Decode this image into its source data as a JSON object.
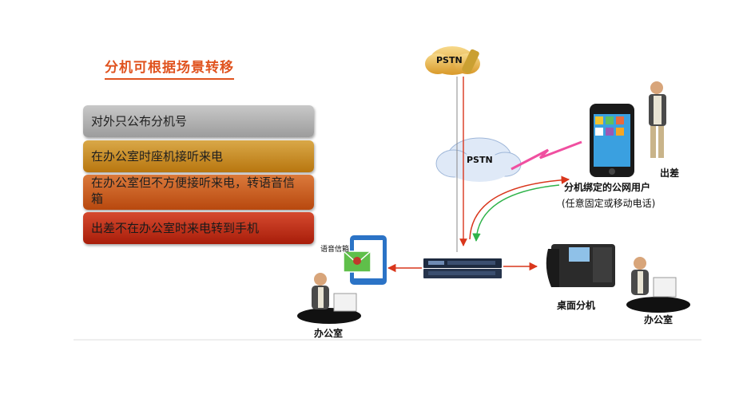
{
  "title": "分机可根据场景转移",
  "scenarios": [
    "对外只公布分机号",
    "在办公室时座机接听来电",
    "在办公室但不方便接听来电，转语音信箱",
    "出差不在办公室时来电转到手机"
  ],
  "labels": {
    "pstn_top": "PSTN",
    "pstn_mid": "PSTN",
    "mobile_user": "分机绑定的公网用户",
    "mobile_user_note": "(任意固定或移动电话)",
    "business_trip": "出差",
    "voicemail": "语音信箱",
    "office_left": "办公室",
    "desk_extension": "桌面分机",
    "office_right": "办公室"
  },
  "colors": {
    "title": "#e0531f",
    "arrow_red": "#d9361c",
    "arrow_green": "#2fb34a",
    "cloud": "#dfe9f7"
  }
}
